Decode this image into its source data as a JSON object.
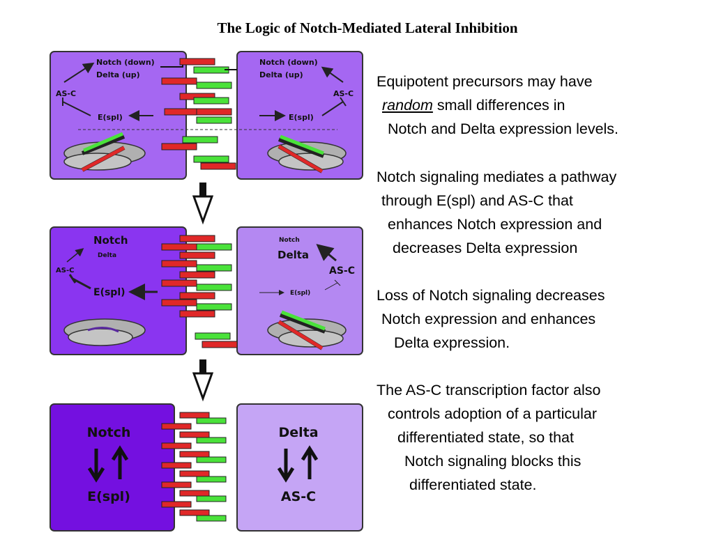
{
  "title": "The Logic of Notch-Mediated Lateral Inhibition",
  "colors": {
    "stage1_cell": "#a567f2",
    "stage2_left": "#8a35f0",
    "stage2_right": "#b488f2",
    "stage3_left": "#7410e0",
    "stage3_right": "#c5a5f5",
    "notch_bar": "#e02828",
    "delta_bar": "#4ae23a"
  },
  "stage1": {
    "left": {
      "notch": "Notch (down)",
      "delta": "Delta (up)",
      "asc": "AS-C",
      "espl": "E(spl)"
    },
    "right": {
      "notch": "Notch (down)",
      "delta": "Delta (up)",
      "asc": "AS-C",
      "espl": "E(spl)"
    }
  },
  "stage2": {
    "left": {
      "notch": "Notch",
      "delta": "Delta",
      "asc": "AS-C",
      "espl": "E(spl)"
    },
    "right": {
      "notch": "Notch",
      "delta": "Delta",
      "asc": "AS-C",
      "espl": "E(spl)"
    }
  },
  "stage3": {
    "left": {
      "top": "Notch",
      "bottom": "E(spl)"
    },
    "right": {
      "top": "Delta",
      "bottom": "AS-C"
    }
  },
  "text": {
    "p1_line1": "Equipotent precursors may have",
    "p1_random": "random",
    "p1_line2_rest": " small differences in",
    "p1_line3": "Notch and Delta expression levels.",
    "p2_line1": "Notch signaling mediates a pathway",
    "p2_line2": "through E(spl) and AS-C that",
    "p2_line3": "enhances Notch expression and",
    "p2_line4": "decreases Delta expression",
    "p3_line1": "Loss of Notch signaling decreases",
    "p3_line2": "Notch expression and enhances",
    "p3_line3": "Delta expression.",
    "p4_line1": "The AS-C transcription factor also",
    "p4_line2": "controls adoption of a particular",
    "p4_line3": "differentiated state, so that",
    "p4_line4": "Notch signaling blocks this",
    "p4_line5": "differentiated state."
  }
}
